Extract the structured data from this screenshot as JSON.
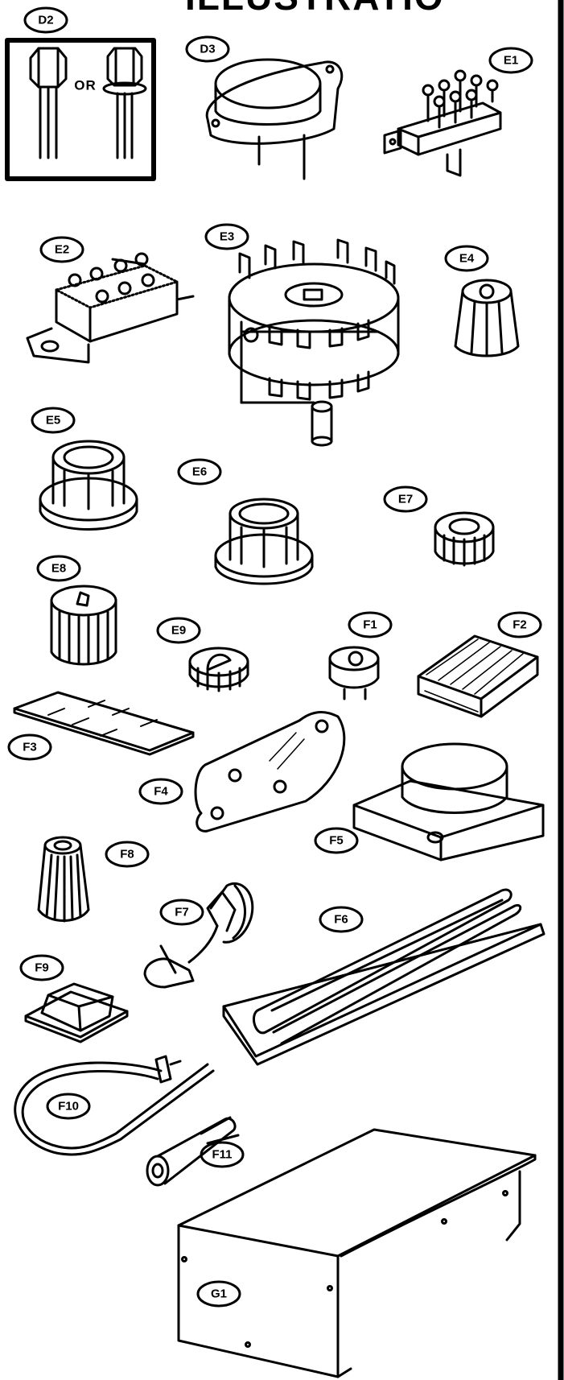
{
  "header": {
    "partial_title": "ILLUSTRATIO"
  },
  "parts": [
    {
      "id": "D2"
    },
    {
      "id": "D3"
    },
    {
      "id": "E1"
    },
    {
      "id": "E2"
    },
    {
      "id": "E3"
    },
    {
      "id": "E4"
    },
    {
      "id": "E5"
    },
    {
      "id": "E6"
    },
    {
      "id": "E7"
    },
    {
      "id": "E8"
    },
    {
      "id": "E9"
    },
    {
      "id": "F1"
    },
    {
      "id": "F2"
    },
    {
      "id": "F3"
    },
    {
      "id": "F4"
    },
    {
      "id": "F5"
    },
    {
      "id": "F6"
    },
    {
      "id": "F7"
    },
    {
      "id": "F8"
    },
    {
      "id": "F9"
    },
    {
      "id": "F10"
    },
    {
      "id": "F11"
    },
    {
      "id": "G1"
    }
  ],
  "d2_box": {
    "or_text": "OR"
  }
}
